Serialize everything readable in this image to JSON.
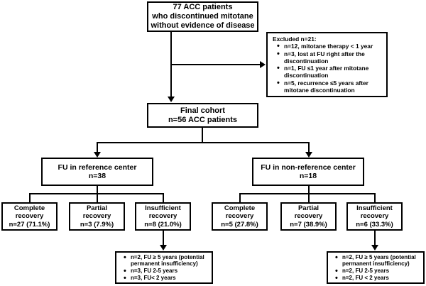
{
  "diagram": {
    "title": "Patient flow diagram of ACC patients who discontinued mitotane",
    "colors": {
      "line": "#000000",
      "box_border": "#000000",
      "background": "#ffffff",
      "text": "#000000"
    }
  },
  "nodes": {
    "source_cohort": {
      "line1": "77 ACC patients",
      "line2": "who discontinued mitotane",
      "line3": "without evidence of disease"
    },
    "excluded": {
      "heading": "Excluded n=21:",
      "items": [
        "n=12, mitotane therapy < 1 year",
        "n=3, lost at FU right after the discontinuation",
        "n=1, FU ≤1 year after mitotane discontinuation",
        "n=5, recurrence ≤5 years after mitotane discontinuation"
      ]
    },
    "final_cohort": {
      "line1": "Final cohort",
      "line2": "n=56 ACC patients"
    },
    "fu_reference": {
      "line1": "FU in reference center",
      "line2": "n=38"
    },
    "fu_non_reference": {
      "line1": "FU in non-reference center",
      "line2": "n=18"
    },
    "ref_complete": {
      "line1": "Complete",
      "line2": "recovery",
      "line3": "n=27 (71.1%)"
    },
    "ref_partial": {
      "line1": "Partial",
      "line2": "recovery",
      "line3": "n=3 (7.9%)"
    },
    "ref_insufficient": {
      "line1": "Insufficient",
      "line2": "recovery",
      "line3": "n=8 (21.0%)"
    },
    "nonref_complete": {
      "line1": "Complete",
      "line2": "recovery",
      "line3": "n=5 (27.8%)"
    },
    "nonref_partial": {
      "line1": "Partial",
      "line2": "recovery",
      "line3": "n=7 (38.9%)"
    },
    "nonref_insufficient": {
      "line1": "Insufficient",
      "line2": "recovery",
      "line3": "n=6 (33.3%)"
    },
    "ref_insufficient_detail": {
      "items": [
        "n=2, FU ≥ 5 years (potential permanent insufficiency)",
        "n=3, FU 2-5 years",
        "n=3, FU< 2 years"
      ]
    },
    "nonref_insufficient_detail": {
      "items": [
        "n=2, FU ≥ 5 years (potential permanent insufficiency)",
        "n=2, FU 2-5 years",
        "n=2, FU < 2 years"
      ]
    }
  }
}
